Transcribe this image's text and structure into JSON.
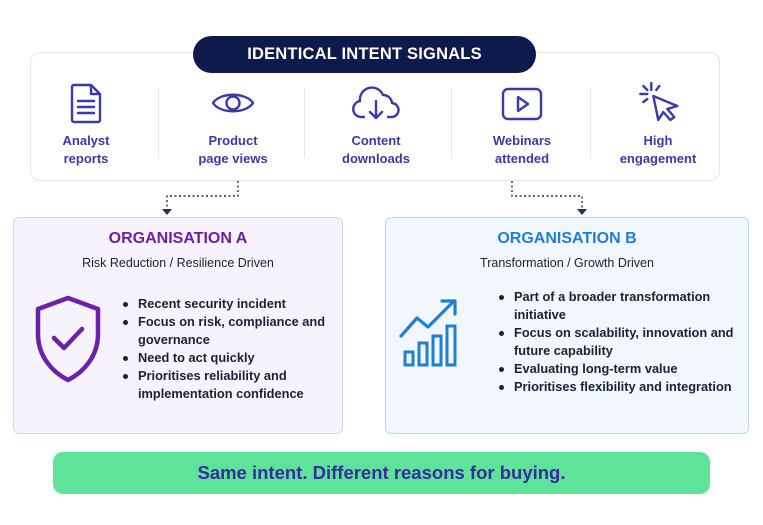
{
  "signals": {
    "title": "IDENTICAL INTENT SIGNALS",
    "items": [
      {
        "icon": "document-icon",
        "label": "Analyst\nreports"
      },
      {
        "icon": "eye-icon",
        "label": "Product\npage views"
      },
      {
        "icon": "cloud-download-icon",
        "label": "Content\ndownloads"
      },
      {
        "icon": "video-play-icon",
        "label": "Webinars\nattended"
      },
      {
        "icon": "cursor-click-icon",
        "label": "High\nengagement"
      }
    ]
  },
  "org_a": {
    "title": "ORGANISATION A",
    "subtitle": "Risk Reduction / Resilience Driven",
    "icon": "shield-check-icon",
    "points": [
      "Recent security incident",
      "Focus on risk, compliance and governance",
      "Need to act quickly",
      "Prioritises reliability and implementation confidence"
    ]
  },
  "org_b": {
    "title": "ORGANISATION B",
    "subtitle": "Transformation / Growth Driven",
    "icon": "growth-chart-icon",
    "points": [
      "Part of a broader transformation initiative",
      "Focus on scalability, innovation and future capability",
      "Evaluating long-term value",
      "Prioritises flexibility and integration"
    ]
  },
  "banner": "Same intent. Different reasons for buying.",
  "colors": {
    "navy": "#0d1a4b",
    "purple_text": "#3b3aa6",
    "org_a_title": "#6a1fa5",
    "org_b_title": "#1f7fd6",
    "banner_bg": "#5ee39a"
  }
}
